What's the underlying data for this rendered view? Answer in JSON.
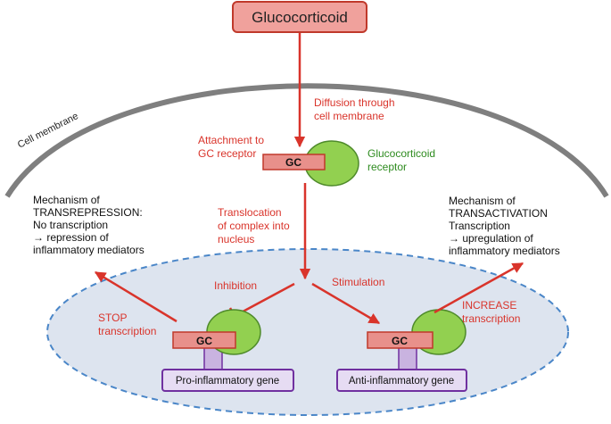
{
  "title": "Glucocorticoid",
  "membrane_label": "Cell membrane",
  "diffusion_label": [
    "Diffusion through",
    "cell membrane"
  ],
  "attachment_label": [
    "Attachment to",
    "GC receptor"
  ],
  "receptor_label": [
    "Glucocorticoid",
    "receptor"
  ],
  "gc_label": "GC",
  "translocation_label": [
    "Translocation",
    "of complex into",
    "nucleus"
  ],
  "transrepression_label": [
    "Mechanism of",
    "TRANSREPRESSION:",
    "No transcription",
    "→ repression of",
    "inflammatory mediators"
  ],
  "transactivation_label": [
    "Mechanism of",
    "TRANSACTIVATION",
    "Transcription",
    "→ upregulation of",
    "inflammatory mediators"
  ],
  "inhibition_label": "Inhibition",
  "stimulation_label": "Stimulation",
  "stop_label": [
    "STOP",
    "transcription"
  ],
  "increase_label": [
    "INCREASE",
    "transcription"
  ],
  "pro_gene_label": "Pro-inflammatory gene",
  "anti_gene_label": "Anti-inflammatory gene",
  "colors": {
    "arrow_red": "#d9342b",
    "title_fill": "#f0a19c",
    "gc_box_fill": "#e8908b",
    "receptor_fill": "#92d050",
    "receptor_stroke": "#4e8a2a",
    "gene_fill": "#e6dcf3",
    "gene_stroke": "#7030a0",
    "connector_fill": "#c9b3e0",
    "nucleus_fill": "#dde4ef",
    "nucleus_stroke": "#4a86c8",
    "membrane_stroke": "#7f7f7f"
  }
}
